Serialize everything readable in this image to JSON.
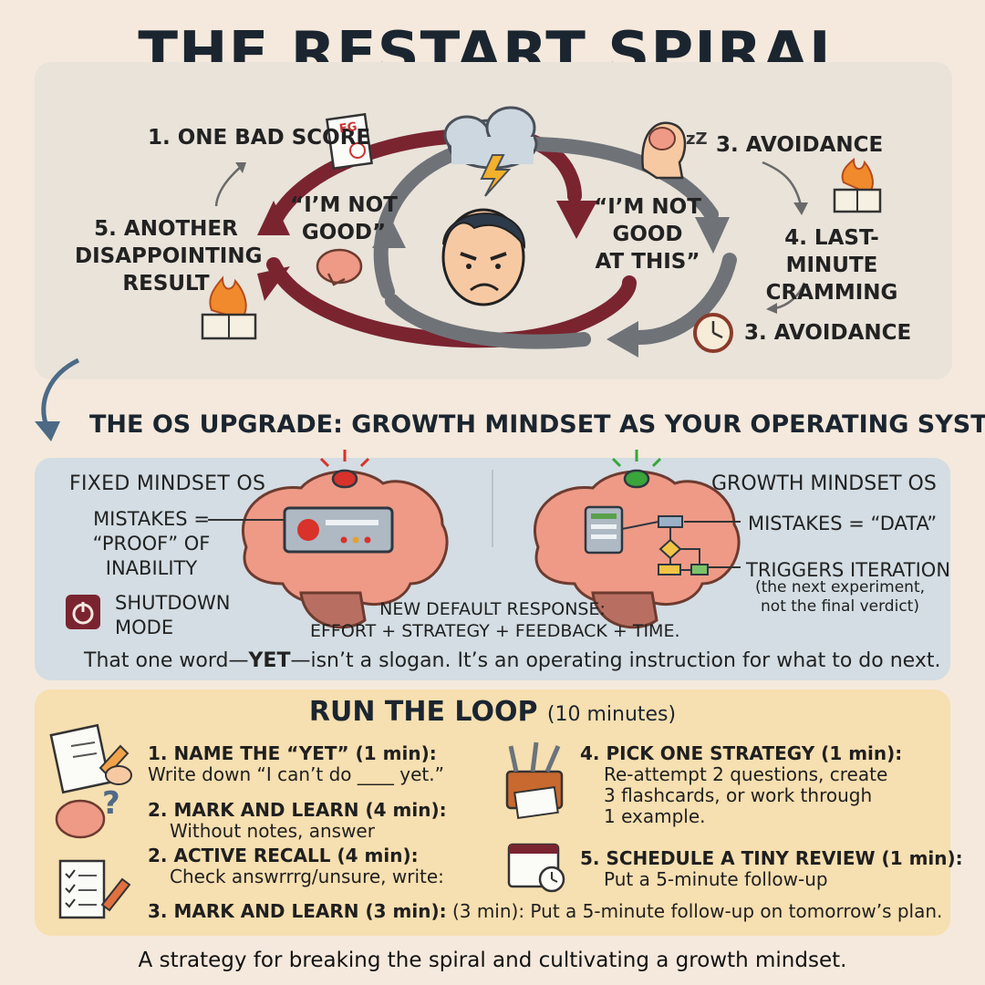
{
  "title": "THE RESTART SPIRAL",
  "spiral": {
    "step1": "1. ONE BAD SCORE",
    "step3a": "3. AVOIDANCE",
    "step4": [
      "4. LAST-MINUTE",
      "CRAMMING"
    ],
    "step3b": "3. AVOIDANCE",
    "step5": [
      "5. ANOTHER",
      "DISAPPOINTING",
      "RESULT"
    ],
    "quote_left": [
      "“I’M NOT",
      "GOOD”"
    ],
    "quote_right": [
      "“I’M NOT",
      "GOOD",
      "AT THIS”"
    ],
    "doc_grade": "FG",
    "sleep": "zZ"
  },
  "os": {
    "heading": "THE OS UPGRADE: GROWTH MINDSET AS YOUR OPERATING SYSTEM",
    "fixed_title": "FIXED MINDSET OS",
    "fixed_mistakes": [
      "MISTAKES =",
      "“PROOF” OF",
      "INABILITY"
    ],
    "shutdown": [
      "SHUTDOWN",
      "MODE"
    ],
    "growth_title": "GROWTH MINDSET OS",
    "growth_mistakes": "MISTAKES = “DATA”",
    "triggers": "TRIGGERS ITERATION",
    "triggers_note": [
      "(the next experiment,",
      "not the final verdict)"
    ],
    "default_title": "NEW DEFAULT RESPONSE:",
    "default_body": "EFFORT + STRATEGY + FEEDBACK + TIME.",
    "yet_before": "That one word—",
    "yet_word": "YET",
    "yet_after": "—isn’t a slogan. It’s an operating instruction for what to do next."
  },
  "loop": {
    "title": "RUN THE LOOP",
    "duration": "(10 minutes)",
    "steps_left": [
      {
        "head": "1. NAME THE “YET” (1 min):",
        "body": [
          "Write down “I can’t do ____ yet.”"
        ]
      },
      {
        "head": "2. MARK AND LEARN (4 min):",
        "body": [
          "Without notes, answer"
        ]
      },
      {
        "head": "2. ACTIVE RECALL (4 min):",
        "body": [
          "Check answrrrg/unsure, write:"
        ]
      }
    ],
    "step_bottom": {
      "head": "3. MARK AND LEARN (3 min):",
      "body": "(3 min): Put a 5-minute follow-up on tomorrow’s plan."
    },
    "steps_right": [
      {
        "head": "4. PICK ONE STRATEGY (1 min):",
        "body": [
          "Re-attempt 2 questions, create",
          "3 flashcards, or work through",
          "1 example."
        ]
      },
      {
        "head": "5. SCHEDULE A TINY REVIEW (1 min):",
        "body": [
          "Put a 5-minute follow-up"
        ]
      }
    ]
  },
  "footer": "A strategy for breaking the spiral and cultivating a growth mindset.",
  "colors": {
    "background": "#f4e9dc",
    "panel_top": "#e9e3da",
    "panel_os": "#d3dde3",
    "panel_loop": "#f6dfb0",
    "arrow_red": "#7a2430",
    "arrow_gray": "#6f7378",
    "brain": "#ee9a86",
    "alarm_red": "#d8322a",
    "alarm_green": "#3aa53a"
  }
}
